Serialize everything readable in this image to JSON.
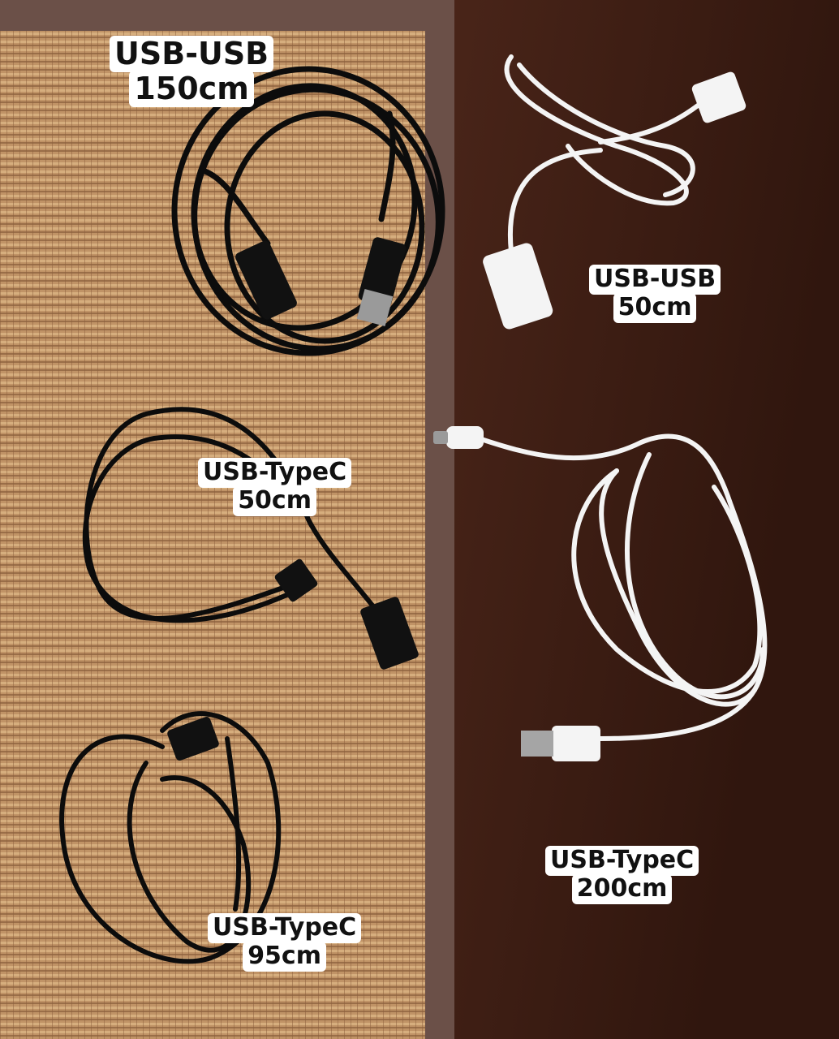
{
  "colors": {
    "mat": "#b8895a",
    "mat_border": "#6b5048",
    "table": "#3a1c14",
    "cable_black": "#0c0c0c",
    "cable_white": "#f4f4f4",
    "label_bg": "#ffffff",
    "label_text": "#111111"
  },
  "labels": [
    {
      "id": "black-usb-usb",
      "line1": "USB-USB",
      "line2": "150cm"
    },
    {
      "id": "white-usb-usb",
      "line1": "USB-USB",
      "line2": "50cm"
    },
    {
      "id": "black-typec-50",
      "line1": "USB-TypeC",
      "line2": "50cm"
    },
    {
      "id": "black-typec-95",
      "line1": "USB-TypeC",
      "line2": "95cm"
    },
    {
      "id": "white-typec-200",
      "line1": "USB-TypeC",
      "line2": "200cm"
    }
  ]
}
